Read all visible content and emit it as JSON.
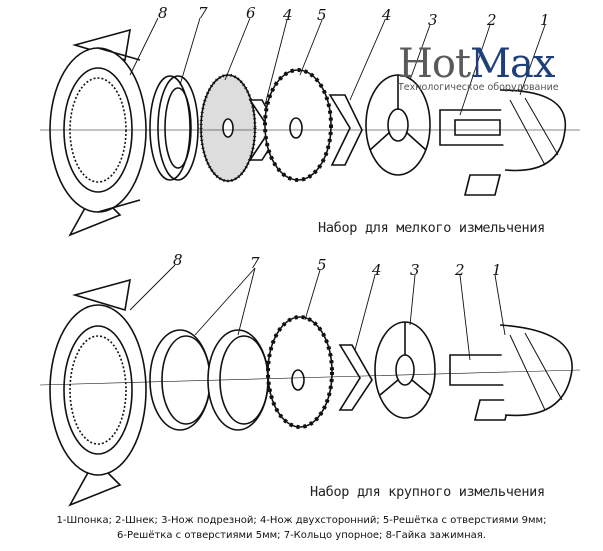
{
  "watermark": {
    "brand_part1": "Hot",
    "brand_part2": "Max",
    "subtitle": "Технологическое оборудование",
    "color1": "#5a5a5a",
    "color2": "#1f3f7a"
  },
  "top_set": {
    "caption": "Набор для мелкого измельчения",
    "labels": [
      "8",
      "7",
      "6",
      "4",
      "5",
      "4",
      "3",
      "2",
      "1"
    ]
  },
  "bottom_set": {
    "caption": "Набор для крупного измельчения",
    "labels": [
      "8",
      "7",
      "5",
      "4",
      "3",
      "2",
      "1"
    ]
  },
  "legend": {
    "line1": "1-Шпонка; 2-Шнек; 3-Нож подрезной; 4-Нож двухсторонний; 5-Решётка с отверстиями 9мм;",
    "line2": "6-Решётка с отверстиями 5мм; 7-Кольцо упорное; 8-Гайка зажимная."
  }
}
